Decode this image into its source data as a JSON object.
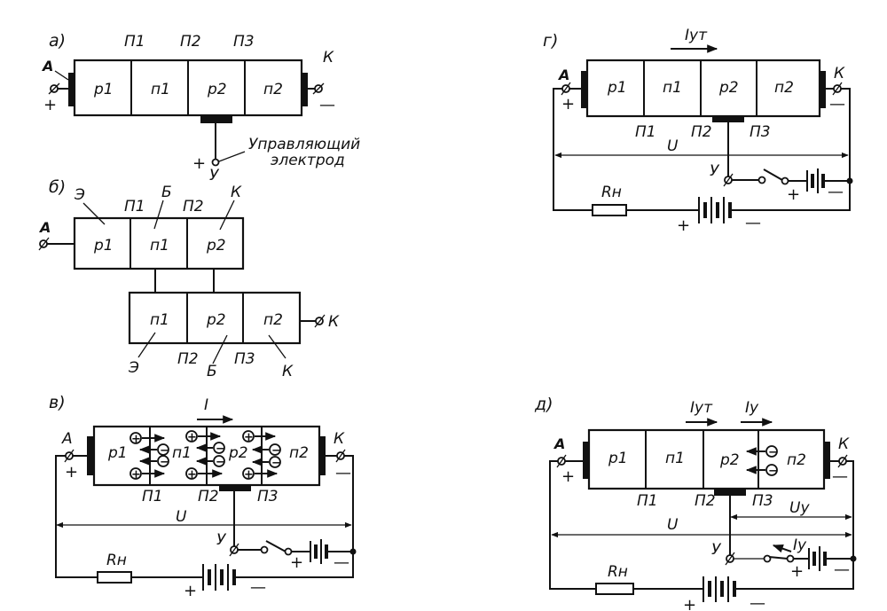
{
  "figure": {
    "panels": [
      {
        "id": "a",
        "label": "а)",
        "regions": [
          "р1",
          "п1",
          "р2",
          "п2"
        ],
        "junctions": [
          "П1",
          "П2",
          "П3"
        ],
        "anode": "А",
        "cathode": "К",
        "anode_sign": "+",
        "cathode_sign": "—",
        "gate": "У",
        "gate_sign": "+",
        "gate_caption_line1": "Управляющий",
        "gate_caption_line2": "электрод"
      },
      {
        "id": "b",
        "label": "б)",
        "anode": "А",
        "cathode": "К",
        "top_transistor": {
          "regions": [
            "р1",
            "п1",
            "р2"
          ],
          "junctions": [
            "П1",
            "П2"
          ],
          "roles": [
            "Э",
            "Б",
            "К"
          ]
        },
        "bottom_transistor": {
          "regions": [
            "п1",
            "р2",
            "п2"
          ],
          "junctions": [
            "П2",
            "П3"
          ],
          "roles": [
            "Э",
            "Б",
            "К"
          ]
        }
      },
      {
        "id": "v",
        "label": "в)",
        "current": "I",
        "regions": [
          "р1",
          "п1",
          "р2",
          "п2"
        ],
        "junctions": [
          "П1",
          "П2",
          "П3"
        ],
        "anode": "А",
        "cathode": "К",
        "anode_sign": "+",
        "cathode_sign": "—",
        "voltage": "U",
        "gate": "У",
        "load": "Rн",
        "supply_plus": "+",
        "supply_minus": "—",
        "gate_batt_plus": "+",
        "gate_batt_minus": "—",
        "hole_symbol": "+",
        "electron_symbol": "−"
      },
      {
        "id": "g",
        "label": "г)",
        "current": "Iут",
        "regions": [
          "р1",
          "п1",
          "р2",
          "п2"
        ],
        "junctions": [
          "П1",
          "П2",
          "П3"
        ],
        "anode": "А",
        "cathode": "К",
        "anode_sign": "+",
        "cathode_sign": "—",
        "voltage": "U",
        "gate": "У",
        "load": "Rн",
        "supply_plus": "+",
        "supply_minus": "—",
        "gate_batt_plus": "+",
        "gate_batt_minus": "—"
      },
      {
        "id": "d",
        "label": "д)",
        "current_leak": "Iут",
        "current_gate": "Iу",
        "regions": [
          "р1",
          "п1",
          "р2",
          "п2"
        ],
        "junctions": [
          "П1",
          "П2",
          "П3"
        ],
        "anode": "А",
        "cathode": "К",
        "anode_sign": "+",
        "cathode_sign": "—",
        "voltage": "U",
        "gate_voltage": "Uу",
        "gate_current_label": "Iу",
        "gate": "У",
        "load": "Rн",
        "supply_plus": "+",
        "supply_minus": "—",
        "gate_batt_plus": "+",
        "gate_batt_minus": "—",
        "electron_symbol": "−"
      }
    ]
  }
}
